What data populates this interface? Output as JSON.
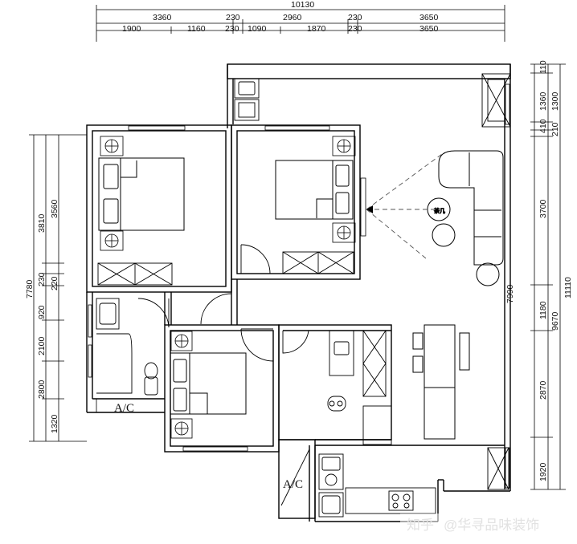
{
  "dimensions": {
    "top": {
      "overall": "10130",
      "row1": [
        "3360",
        "230",
        "2960",
        "230",
        "3650"
      ],
      "row2": [
        "1900",
        "1160",
        "230",
        "1090",
        "1870",
        "230",
        "3650"
      ]
    },
    "left": {
      "overall": "7780",
      "outer": [
        "3810",
        "230",
        "920",
        "2100",
        "2800",
        "1320"
      ],
      "inner": [
        "3560",
        "220"
      ]
    },
    "right": {
      "overall": "11110",
      "outer": [
        "9670"
      ],
      "inner": [
        "110",
        "1360",
        "1300",
        "410",
        "210",
        "3700",
        "1180",
        "2870",
        "1920"
      ]
    },
    "interior": "7990"
  },
  "labels": {
    "ac_left": "A/C",
    "ac_bottom": "A/C"
  },
  "watermark": {
    "site": "知乎",
    "account": "@华寻品味装饰"
  }
}
